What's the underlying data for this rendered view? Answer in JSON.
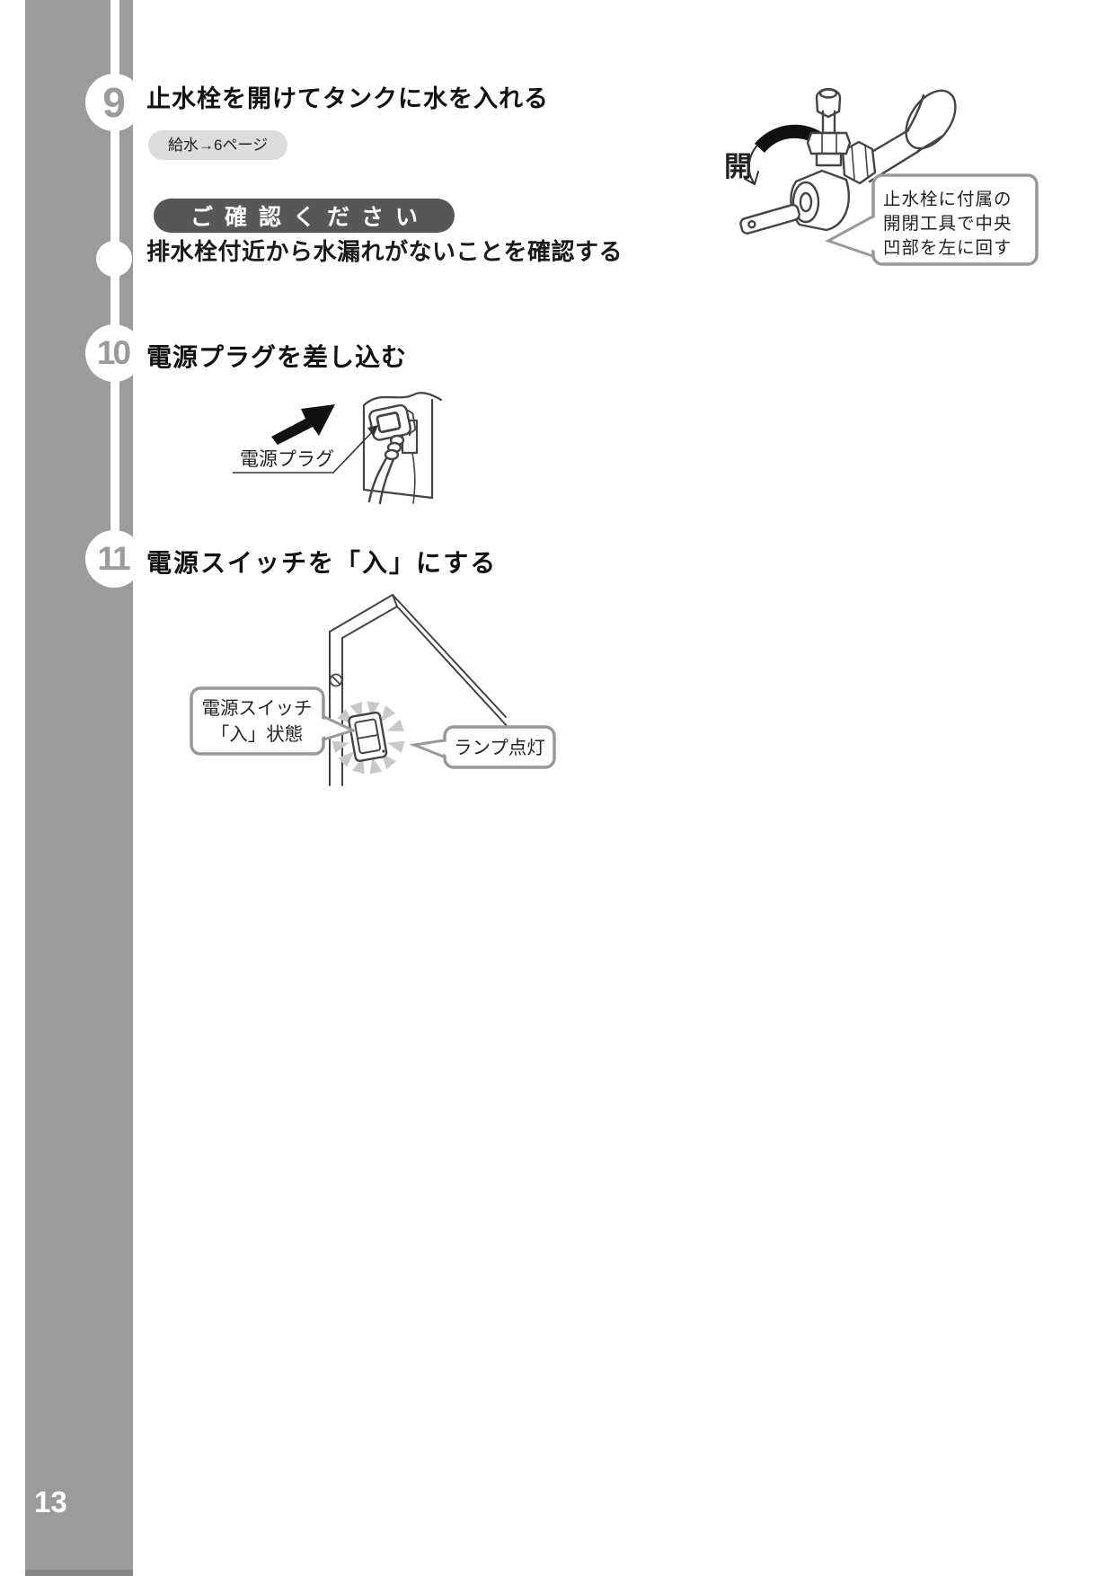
{
  "page": {
    "number": "13"
  },
  "colors": {
    "sidebar_gray": "#9b9b9b",
    "step_number_gray": "#9b9b9b",
    "confirm_pill_bg": "#575757",
    "badge_bg": "#dcdcdc",
    "body_text": "#1a1a1a",
    "line_art": "#444444",
    "bubble_border": "#999999",
    "lamp_rays": "#c8c8c8"
  },
  "steps": [
    {
      "number": "9",
      "title": "止水栓を開けてタンクに水を入れる",
      "badge": "給水→6ページ"
    },
    {
      "number": "10",
      "title": "電源プラグを差し込む"
    },
    {
      "number": "11",
      "title": "電源スイッチを「入」にする"
    }
  ],
  "confirm": {
    "header": "ご確認ください",
    "note": "排水栓付近から水漏れがないことを確認する"
  },
  "valve_illustration": {
    "open_label": "開",
    "callout_line1": "止水栓に付属の",
    "callout_line2": "開閉工具で中央",
    "callout_line3": "凹部を左に回す"
  },
  "plug_illustration": {
    "label": "電源プラグ"
  },
  "switch_illustration": {
    "label_line1": "電源スイッチ",
    "label_line2": "「入」状態",
    "lamp_label": "ランプ点灯"
  }
}
